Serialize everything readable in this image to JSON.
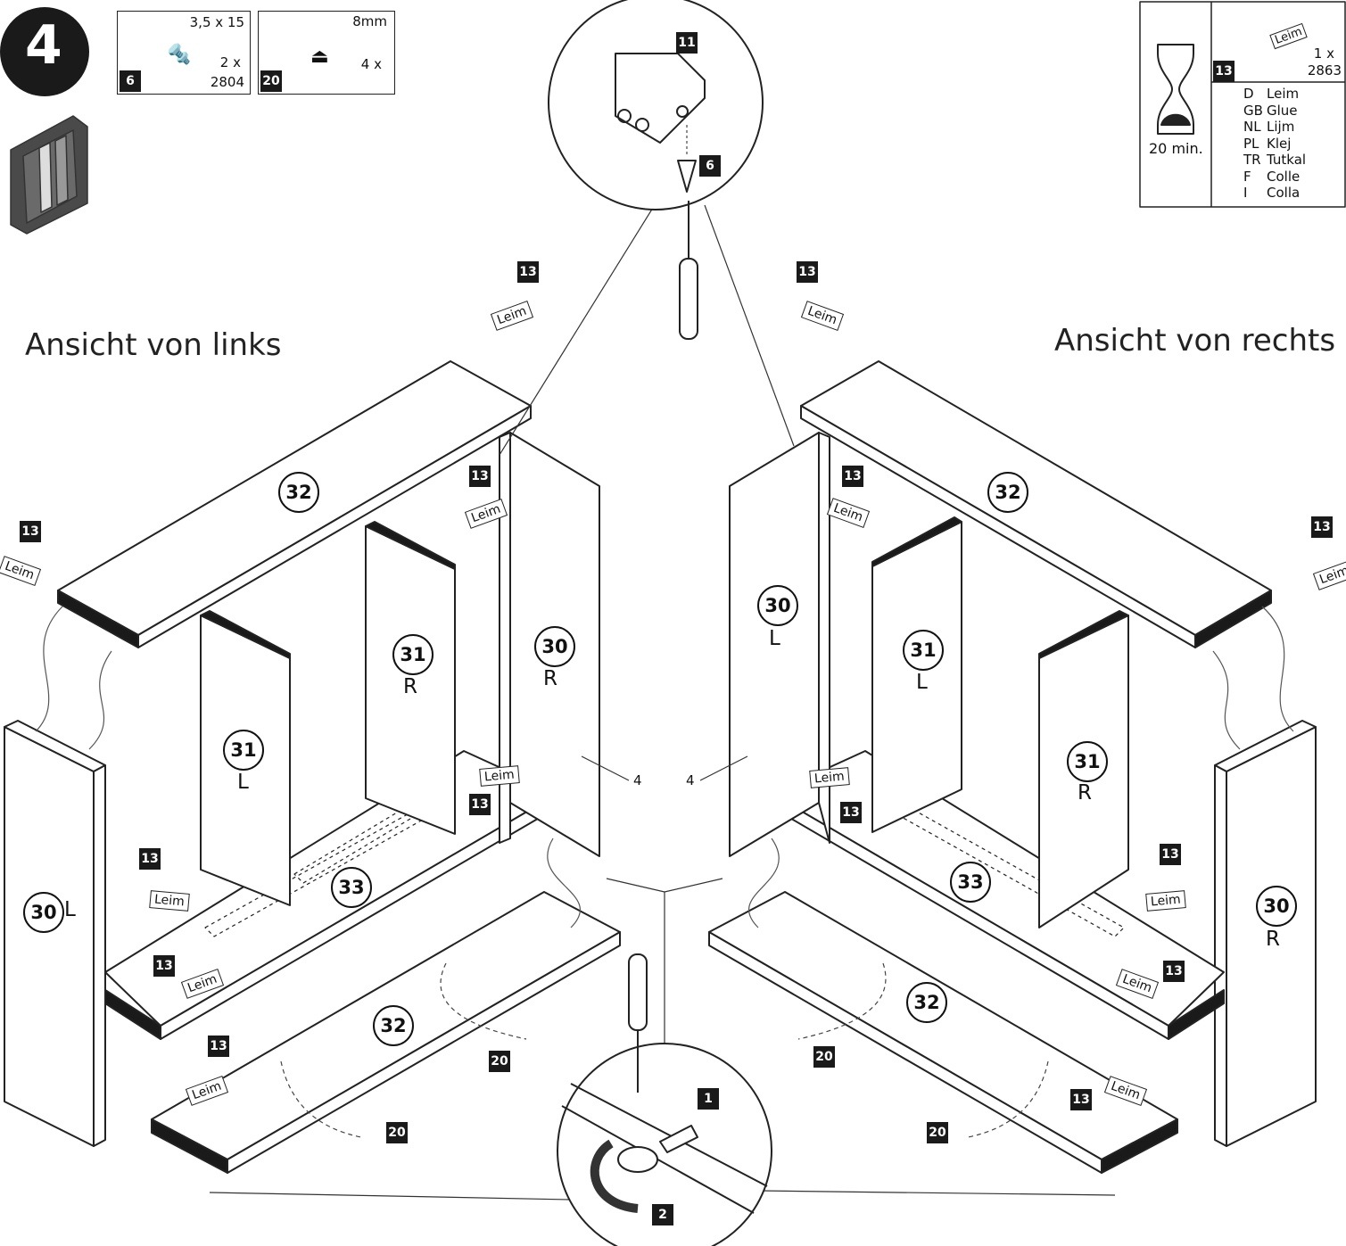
{
  "step": {
    "number": "4"
  },
  "hardware": [
    {
      "id": "6",
      "size": "3,5 x 15",
      "qty": "2 x",
      "code": "2804",
      "icon": "screw-icon"
    },
    {
      "id": "20",
      "size": "8mm",
      "qty": "4 x",
      "icon": "cap-icon"
    }
  ],
  "glue_box": {
    "time": "20 min.",
    "part": "13",
    "qty": "1 x",
    "code": "2863",
    "tube_label": "Leim",
    "icon": "hourglass-icon",
    "translations": [
      {
        "lang": "D",
        "word": "Leim"
      },
      {
        "lang": "GB",
        "word": "Glue"
      },
      {
        "lang": "NL",
        "word": "Lijm"
      },
      {
        "lang": "PL",
        "word": "Klej"
      },
      {
        "lang": "TR",
        "word": "Tutkal"
      },
      {
        "lang": "F",
        "word": "Colle"
      },
      {
        "lang": "I",
        "word": "Colla"
      }
    ]
  },
  "views": {
    "left": "Ansicht von links",
    "right": "Ansicht von rechts"
  },
  "detail_top": {
    "part_a": "11",
    "part_b": "6"
  },
  "detail_bottom": {
    "part_a": "1",
    "part_b": "2"
  },
  "tags": {
    "glue": "13",
    "cap": "20"
  },
  "panels": {
    "top": "32",
    "bottom": "32",
    "shelf": "33",
    "inner_side": "31",
    "outer_side": "30",
    "left": "L",
    "right": "R"
  },
  "hole_ref": "4",
  "tube_text": "Leim"
}
